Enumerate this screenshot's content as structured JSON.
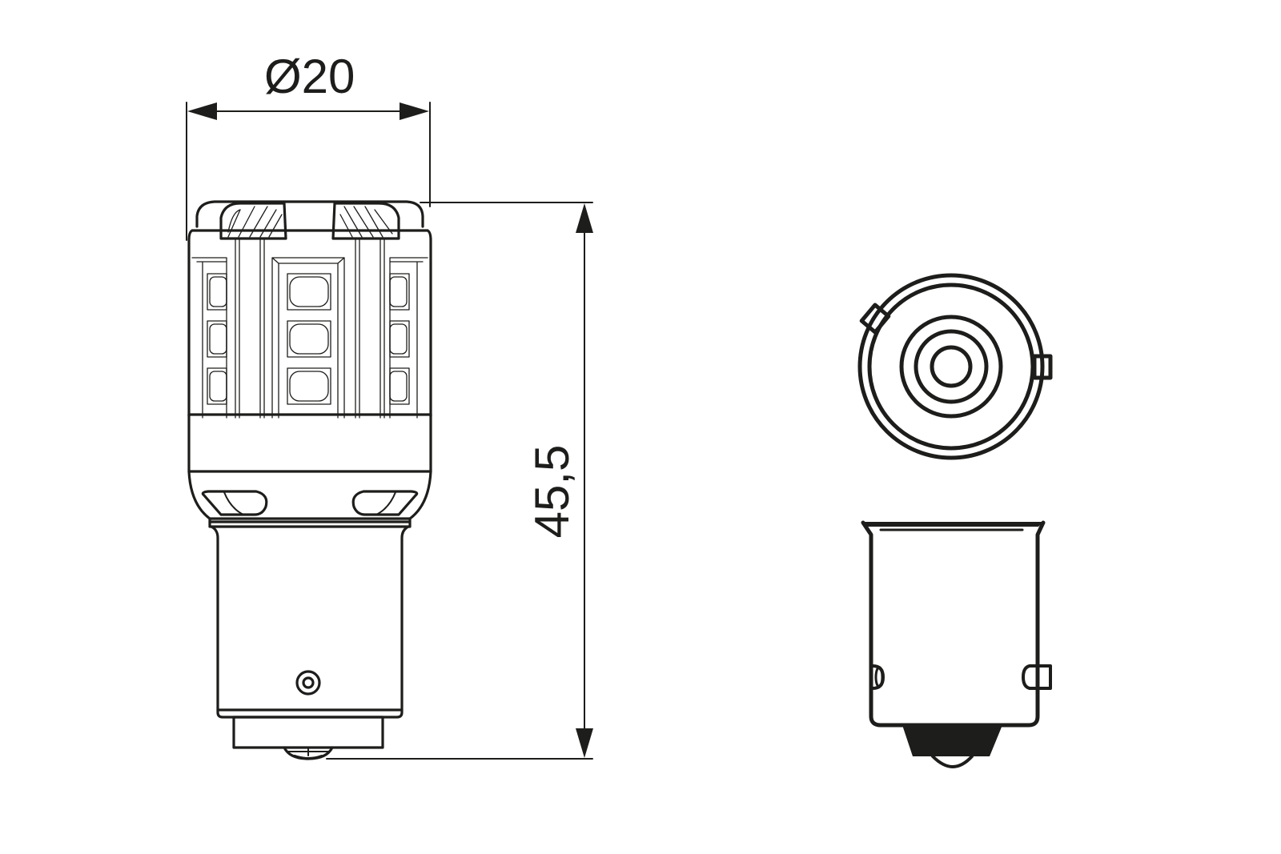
{
  "drawing": {
    "title": "LED bulb dimension drawing",
    "dimensions": {
      "diameter_label": "Ø20",
      "height_label": "45,5"
    },
    "views": [
      {
        "name": "side-view",
        "description": "LED bulb side view with LED chips and bayonet base"
      },
      {
        "name": "bottom-view",
        "description": "Base end view with concentric contacts and pins"
      },
      {
        "name": "base-side-view",
        "description": "Bayonet base side profile"
      }
    ],
    "colors": {
      "line": "#1d1d1b",
      "background": "#ffffff"
    }
  }
}
